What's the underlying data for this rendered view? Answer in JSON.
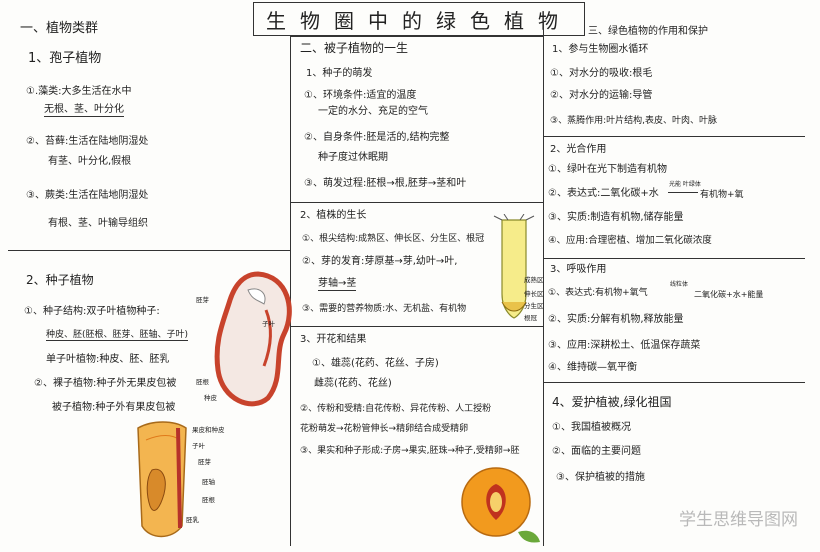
{
  "title": "生物圈中的绿色植物",
  "c1": {
    "h": "一、植物类群",
    "s1": "1、孢子植物",
    "l1": "①.藻类:大多生活在水中",
    "l2": "无根、茎、叶分化",
    "l3": "②、苔藓:生活在陆地阴湿处",
    "l4": "有茎、叶分化,假根",
    "l5": "③、蕨类:生活在陆地阴湿处",
    "l6": "有根、茎、叶输导组织",
    "s2": "2、种子植物",
    "l7": "①、种子结构:双子叶植物种子:",
    "l8": "种皮、胚(胚根、胚芽、胚轴、子叶)",
    "l9": "单子叶植物:种皮、胚、胚乳",
    "l10": "②、裸子植物:种子外无果皮包被",
    "l11": "被子植物:种子外有果皮包被",
    "bean_labels": [
      "胚芽",
      "胚根",
      "子叶",
      "种皮"
    ],
    "corn_labels": [
      "果皮和种皮",
      "子叶",
      "胚芽",
      "胚轴",
      "胚根",
      "胚乳"
    ]
  },
  "c2": {
    "h": "二、被子植物的一生",
    "s1": "1、种子的萌发",
    "l1": "①、环境条件:适宜的温度",
    "l2": "一定的水分、充足的空气",
    "l3": "②、自身条件:胚是活的,结构完整",
    "l4": "种子度过休眠期",
    "l5": "③、萌发过程:胚根→根,胚芽→茎和叶",
    "s2": "2、植株的生长",
    "l6": "①、根尖结构:成熟区、伸长区、分生区、根冠",
    "l7": "②、芽的发育:芽原基→芽,幼叶→叶,",
    "l8": "芽轴→茎",
    "l9": "③、需要的营养物质:水、无机盐、有机物",
    "root_labels": [
      "成熟区",
      "伸长区",
      "分生区",
      "根冠"
    ],
    "s3": "3、开花和结果",
    "l10": "①、雄蕊(花药、花丝、子房)",
    "l11": "雌蕊(花药、花丝)",
    "l12": "②、传粉和受精:自花传粉、异花传粉、人工授粉",
    "l13": "花粉萌发→花粉管伸长→精卵结合成受精卵",
    "l14": "③、果实和种子形成:子房→果实,胚珠→种子,受精卵→胚"
  },
  "c3": {
    "h": "三、绿色植物的作用和保护",
    "s1": "1、参与生物圈水循环",
    "l1": "①、对水分的吸收:根毛",
    "l2": "②、对水分的运输:导管",
    "l3": "③、蒸腾作用:叶片结构,表皮、叶肉、叶脉",
    "s2": "2、光合作用",
    "l4": "①、绿叶在光下制造有机物",
    "l5": "②、表达式:二氧化碳+水",
    "l5b": "光能 叶绿体",
    "l5c": "有机物+氧",
    "l6": "③、实质:制造有机物,储存能量",
    "l7": "④、应用:合理密植、增加二氧化碳浓度",
    "s3": "3、呼吸作用",
    "l8": "①、表达式:有机物+氧气",
    "l8b": "线粒体",
    "l8c": "二氧化碳+水+能量",
    "l9": "②、实质:分解有机物,释放能量",
    "l10": "③、应用:深耕松土、低温保存蔬菜",
    "l11": "④、维持碳—氧平衡",
    "s4": "4、爱护植被,绿化祖国",
    "l12": "①、我国植被概况",
    "l13": "②、面临的主要问题",
    "l14": "③、保护植被的措施"
  },
  "watermark": "学生思维导图网",
  "colors": {
    "highlight": "#f6ec5a",
    "bean": "#c8432c",
    "corn": "#e9a43c",
    "peach": "#f29a1e"
  }
}
